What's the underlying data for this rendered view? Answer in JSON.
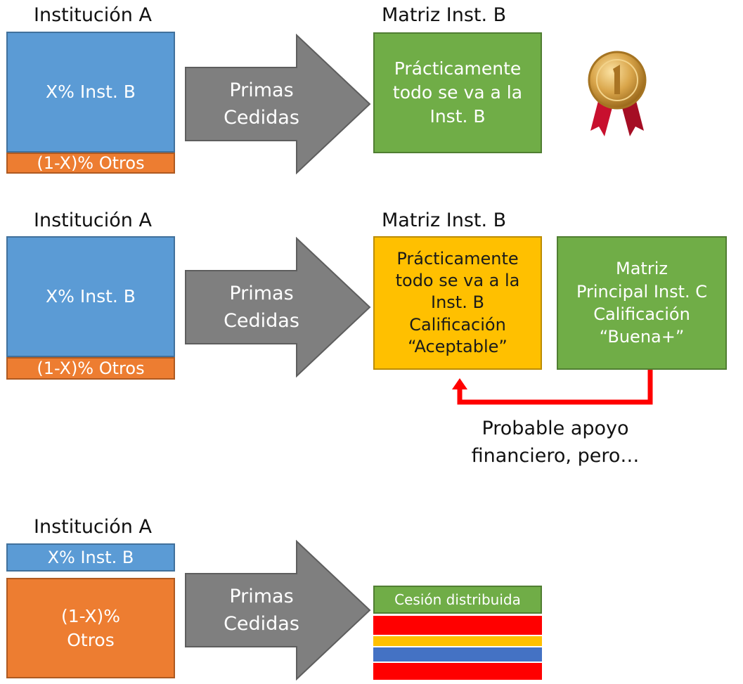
{
  "colors": {
    "blue": "#5b9bd5",
    "orange": "#ed7d31",
    "green": "#70ad47",
    "yellow": "#ffc000",
    "gray": "#7f7f7f",
    "red": "#ff0000",
    "stripe_blue": "#4472c4"
  },
  "rows": [
    {
      "source_title": "Institución A",
      "source_main": "X% Inst. B",
      "source_other": "(1-X)% Otros",
      "arrow_text": "Primas\nCedidas",
      "target_title": "Matriz Inst. B",
      "target_text": "Prácticamente\ntodo se va a la\nInst. B",
      "icon": "gold-medal-icon"
    },
    {
      "source_title": "Institución A",
      "source_main": "X% Inst. B",
      "source_other": "(1-X)% Otros",
      "arrow_text": "Primas\nCedidas",
      "target_title": "Matriz Inst. B",
      "target_text": "Prácticamente\ntodo se va a la\nInst. B\nCalificación\n“Aceptable”",
      "parent_text": "Matriz\nPrincipal Inst. C\nCalificación\n“Buena+”",
      "support_text": "Probable apoyo\nfinanciero, pero…"
    },
    {
      "source_title": "Institución A",
      "source_main": "X% Inst. B",
      "source_other": "(1-X)%\nOtros",
      "arrow_text": "Primas\nCedidas",
      "target_text": "Cesión distribuida",
      "stripes": [
        "red",
        "yellow",
        "blue",
        "red"
      ]
    }
  ]
}
